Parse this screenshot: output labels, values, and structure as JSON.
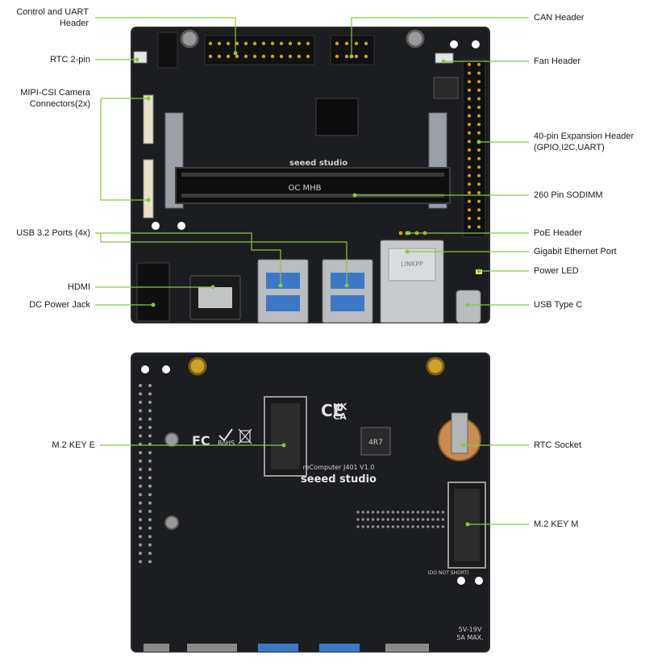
{
  "colors": {
    "page_bg": "#ffffff",
    "board": "#1c1d20",
    "board_edge": "#2a2b2f",
    "leader": "#8dc63f",
    "label_text": "#1a1a1a",
    "silk": "#cfcfcf",
    "gold": "#c9a227",
    "usb_blue": "#3d78c6"
  },
  "top_board": {
    "labels": {
      "control_uart": [
        "Control and UART",
        "Header"
      ],
      "rtc_2pin": "RTC 2-pin",
      "mipi_csi": [
        "MIPI-CSI Camera",
        "Connectors(2x)"
      ],
      "usb32": "USB 3.2 Ports (4x)",
      "hdmi": "HDMI",
      "dc_jack": "DC Power Jack",
      "can_header": "CAN Header",
      "fan_header": "Fan Header",
      "expansion": [
        "40-pin Expansion Header",
        "(GPIO,I2C,UART)"
      ],
      "sodimm": "260 Pin SODIMM",
      "poe": "PoE Header",
      "ethernet": "Gigabit Ethernet Port",
      "power_led": "Power LED",
      "usbc": "USB Type C"
    },
    "silk": {
      "brand": "seeed studio",
      "slot_mark": "OC MHB",
      "ethernet_brand": "LINKPP"
    }
  },
  "bottom_board": {
    "labels": {
      "m2_key_e": "M.2 KEY E",
      "rtc_socket": "RTC Socket",
      "m2_key_m": "M.2 KEY M"
    },
    "silk": {
      "model": "reComputer J401 V1.0",
      "brand": "seeed studio",
      "fc": "FC",
      "ce": "CE",
      "ukca": [
        "UK",
        "CA"
      ],
      "rohs": "RoHS",
      "power_spec": [
        "5V-19V",
        "5A MAX."
      ],
      "do_not_short": "(DO NOT SHORT)",
      "inductor": "4R7"
    }
  }
}
